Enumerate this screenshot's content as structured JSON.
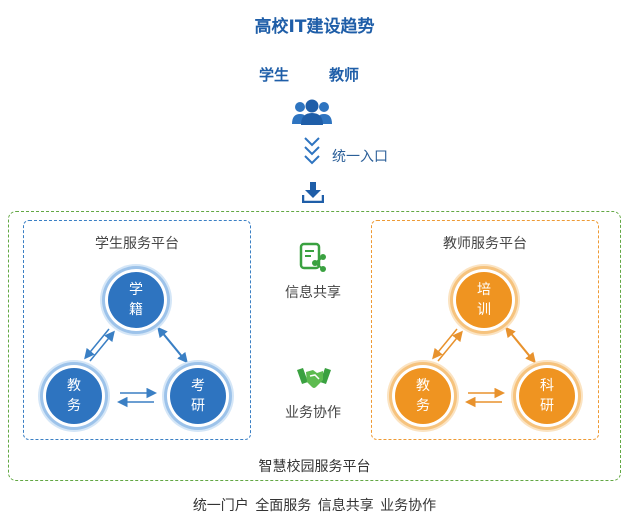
{
  "title": "高校IT建设趋势",
  "roles": {
    "student": "学生",
    "teacher": "教师"
  },
  "entry_label": "统一入口",
  "student_platform": {
    "title": "学生服务平台",
    "nodes": {
      "top": "学籍",
      "left": "教务",
      "right": "考研"
    }
  },
  "teacher_platform": {
    "title": "教师服务平台",
    "nodes": {
      "top": "培训",
      "left": "教务",
      "right": "科研"
    }
  },
  "middle": {
    "info_share": "信息共享",
    "business_collab": "业务协作"
  },
  "campus_label": "智慧校园服务平台",
  "bottom_line": "统一门户  全面服务  信息共享  业务协作",
  "colors": {
    "title_blue": "#1f5ea8",
    "node_blue": "#2e74c0",
    "node_orange": "#ef9421",
    "outer_green": "#63a844",
    "arrow_blue": "#3a7fc4",
    "arrow_orange": "#e8922d"
  },
  "icons": [
    "users-icon",
    "chevrons-down-icon",
    "download-icon",
    "share-doc-icon",
    "handshake-icon"
  ]
}
